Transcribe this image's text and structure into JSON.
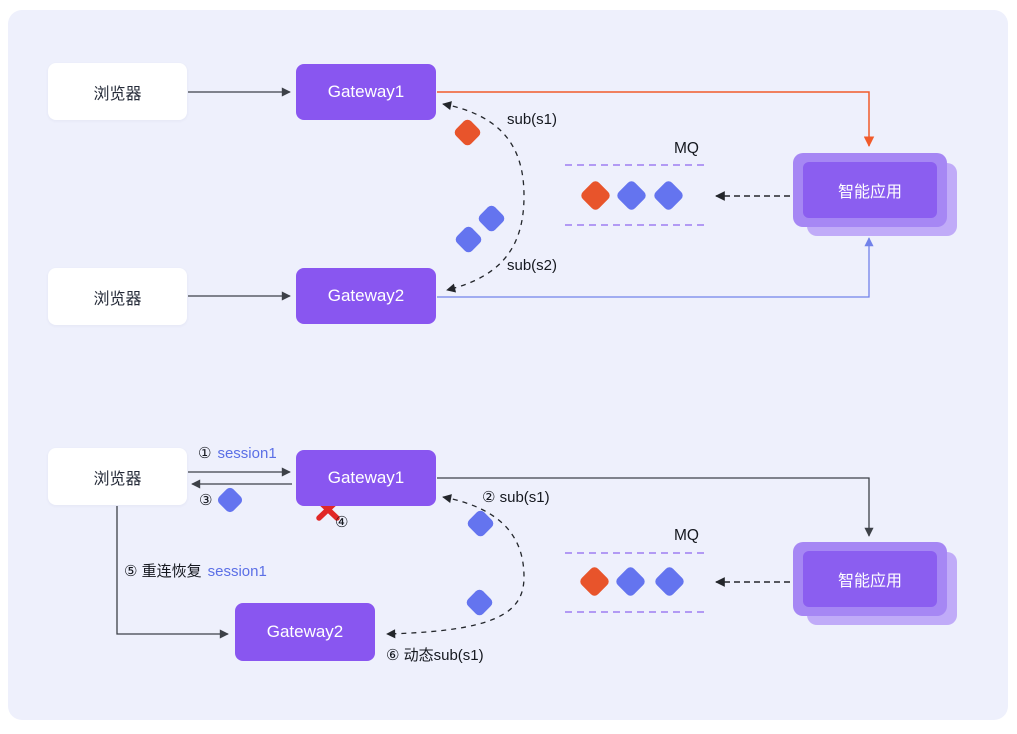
{
  "colors": {
    "background": "#EEF0FC",
    "gateway_purple": "#8956F0",
    "app_purple": "#8B5EF0",
    "app_shadow_purple": "#C0ABF8",
    "diamond_orange": "#E8542B",
    "diamond_blue": "#6474EF",
    "line_orange": "#F15B2B",
    "line_blue": "#7282EA",
    "mq_dash_purple": "#9D7DF2",
    "session_text_blue": "#5B6FE6",
    "error_red": "#E12727"
  },
  "top_diagram": {
    "browser1": "浏览器",
    "gateway1": "Gateway1",
    "browser2": "浏览器",
    "gateway2": "Gateway2",
    "sub_s1": "sub(s1)",
    "sub_s2": "sub(s2)",
    "mq": "MQ",
    "app": "智能应用"
  },
  "bottom_diagram": {
    "browser": "浏览器",
    "gateway1": "Gateway1",
    "gateway2": "Gateway2",
    "step1": {
      "num": "①",
      "label": "session1"
    },
    "step2": "② sub(s1)",
    "step3": "③",
    "step4": "④",
    "step5": {
      "prefix": "⑤ 重连恢复",
      "label": "session1"
    },
    "step6": "⑥ 动态sub(s1)",
    "mq": "MQ",
    "app": "智能应用"
  }
}
